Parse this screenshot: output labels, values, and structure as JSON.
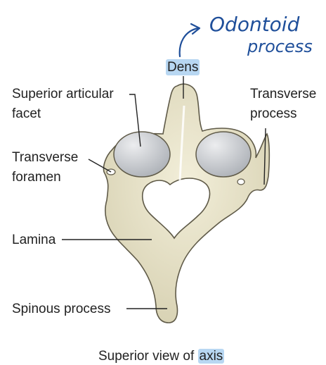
{
  "labels": {
    "dens": "Dens",
    "superior_articular_facet_line1": "Superior articular",
    "superior_articular_facet_line2": "facet",
    "transverse_foramen_line1": "Transverse",
    "transverse_foramen_line2": "foramen",
    "transverse_process_line1": "Transverse",
    "transverse_process_line2": "process",
    "lamina": "Lamina",
    "spinous_process": "Spinous process"
  },
  "caption": {
    "prefix": "Superior view of",
    "highlighted": "axis"
  },
  "annotation": {
    "line1": "Odontoid",
    "line2": "process"
  },
  "colors": {
    "bone": "#e7e2c8",
    "bone_outline": "#5f5a48",
    "facet": "#c9ccd0",
    "highlight": "#b8d7f2",
    "handwriting": "#1f4f9a",
    "label_text": "#222222"
  }
}
